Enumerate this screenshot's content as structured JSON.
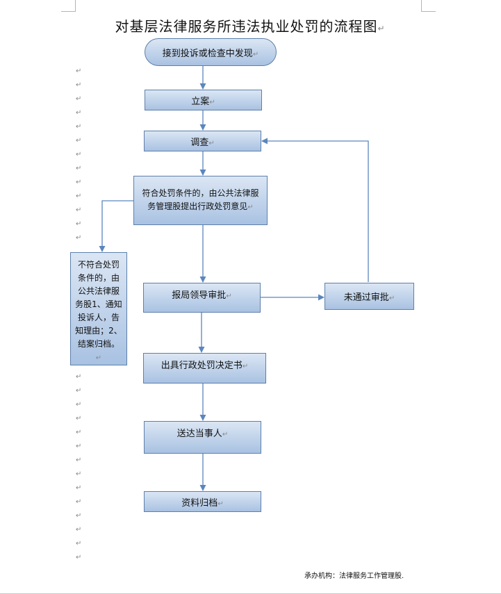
{
  "document": {
    "title": "对基层法律服务所违法执业处罚的流程图",
    "paragraph_mark": "↵",
    "footer": "承办机构：法律服务工作管理股",
    "footer_end": "."
  },
  "flowchart": {
    "start": "接到投诉或检查中发现",
    "filing": "立案",
    "investigation": "调查",
    "compliant": "符合处罚条件的，由公共法律服务管理股提出行政处罚意见",
    "noncompliant": "不符合处罚条件的，由公共法律服务股1、通知投诉人，告知理由；2、结案归档。",
    "approval": "报局领导审批",
    "rejected": "未通过审批",
    "decision": "出具行政处罚决定书",
    "delivery": "送达当事人",
    "archive": "资料归档"
  }
}
